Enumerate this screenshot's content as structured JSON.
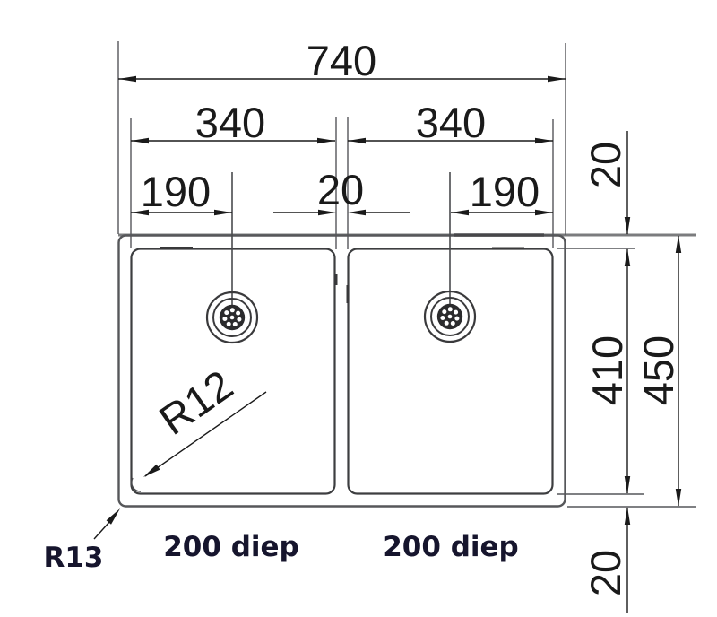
{
  "drawing": {
    "type": "sink-dimension-drawing",
    "labels": {
      "overall_width": "740",
      "left_bowl_width": "340",
      "right_bowl_width": "340",
      "left_drain_offset": "190",
      "right_drain_offset": "190",
      "center_gap": "20",
      "top_rim_margin": "20",
      "bowl_front_depth": "410",
      "overall_depth": "450",
      "bottom_rim_margin": "20",
      "inner_corner_radius": "R12",
      "outer_corner_radius": "R13",
      "left_bowl_depth": "200 diep",
      "right_bowl_depth": "200 diep"
    },
    "colors": {
      "dimension_line": "#1a1a1a",
      "outline": "#56575a",
      "bowl_outline": "#3d3e40",
      "rim_edge": "#7b7c7e",
      "dimension_text": "#1a1a1a",
      "product_text": "#16152d",
      "background": "#ffffff"
    }
  }
}
